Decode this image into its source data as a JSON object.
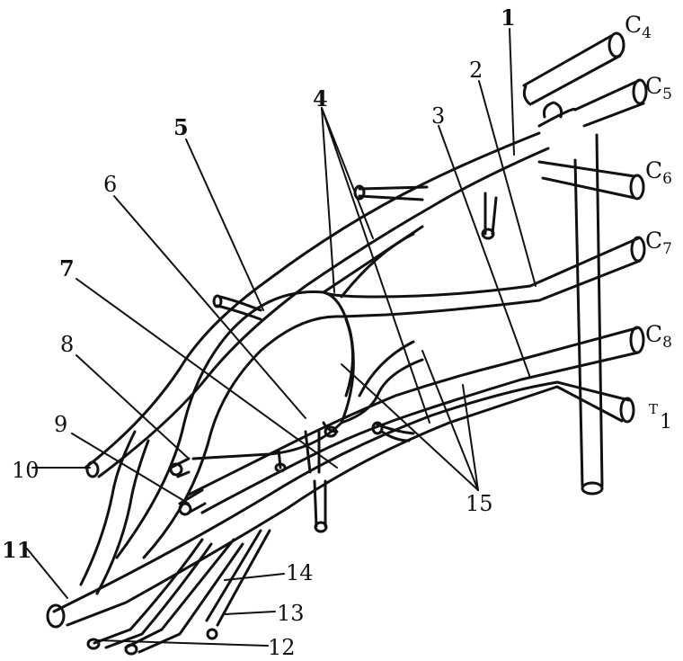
{
  "figure": {
    "roots": [
      {
        "id": "c4",
        "letter": "C",
        "sub": "4"
      },
      {
        "id": "c5",
        "letter": "C",
        "sub": "5"
      },
      {
        "id": "c6",
        "letter": "C",
        "sub": "6"
      },
      {
        "id": "c7",
        "letter": "C",
        "sub": "7"
      },
      {
        "id": "c8",
        "letter": "C",
        "sub": "8"
      },
      {
        "id": "t1",
        "letter": "T",
        "sub": "1"
      }
    ],
    "labels": [
      "1",
      "2",
      "3",
      "4",
      "5",
      "6",
      "7",
      "8",
      "9",
      "10",
      "11",
      "12",
      "13",
      "14",
      "15"
    ]
  }
}
